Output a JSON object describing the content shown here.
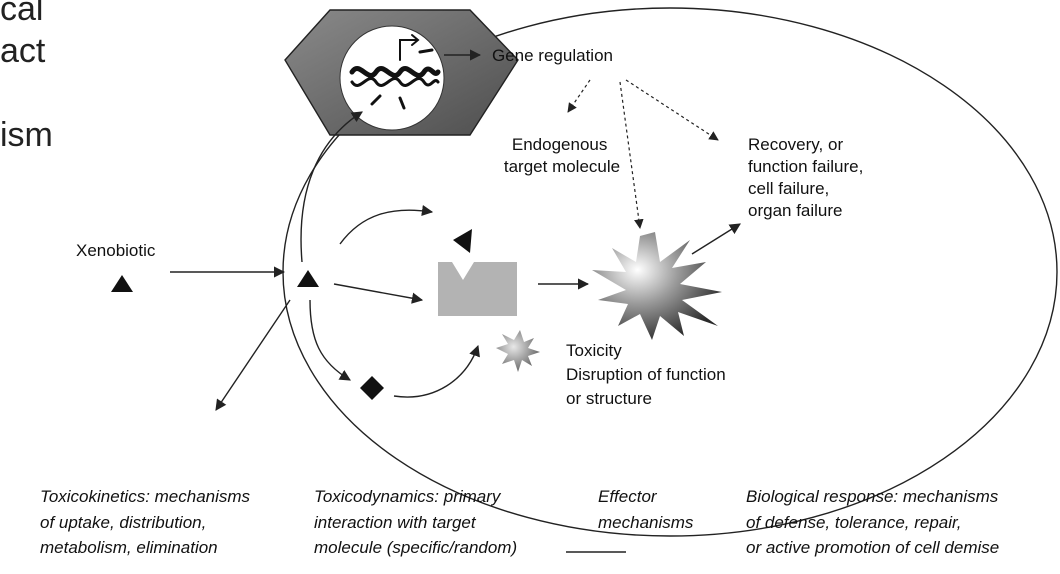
{
  "background_fragments": [
    "cal",
    "act",
    "ism"
  ],
  "labels": {
    "gene_regulation": "Gene regulation",
    "endogenous": [
      "Endogenous",
      "target molecule"
    ],
    "recovery": [
      "Recovery, or",
      "function failure,",
      "cell failure,",
      "organ failure"
    ],
    "xenobiotic": "Xenobiotic",
    "toxicity": [
      "Toxicity",
      "Disruption of function",
      "or structure"
    ]
  },
  "captions": {
    "toxicokinetics": [
      "Toxicokinetics: mechanisms",
      "of uptake, distribution,",
      "metabolism, elimination"
    ],
    "toxicodynamics": [
      "Toxicodynamics: primary",
      "interaction with target",
      "molecule (specific/random)"
    ],
    "effector": [
      "Effector",
      "mechanisms"
    ],
    "biological": [
      "Biological response: mechanisms",
      "of defense, tolerance, repair,",
      "or active promotion of cell demise"
    ]
  },
  "colors": {
    "line": "#222222",
    "nucleus_fill": "#6e6e6e",
    "target_fill": "#b3b3b3"
  }
}
